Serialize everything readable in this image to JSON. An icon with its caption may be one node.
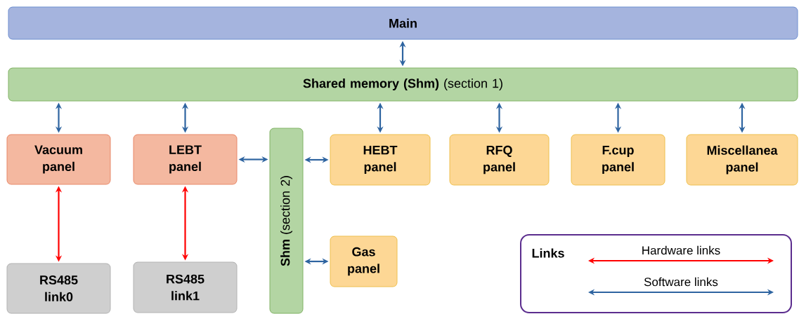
{
  "diagram": {
    "nodes": [
      {
        "text": [
          "Main"
        ]
      },
      {
        "text": [
          "**Shared memory (Shm)** (section 1)"
        ]
      },
      {
        "text": [
          "Vacuum panel"
        ]
      },
      {
        "text": [
          "LEBT panel"
        ]
      },
      {
        "text": [
          "**Shm** (section 2)"
        ]
      },
      {
        "text": [
          "HEBT panel"
        ]
      },
      {
        "text": [
          "RFQ panel"
        ]
      },
      {
        "text": [
          "F.cup panel"
        ]
      },
      {
        "text": [
          "Miscellanea panel"
        ]
      },
      {
        "text": [
          "Gas panel"
        ]
      },
      {
        "text": [
          "RS485 link0"
        ]
      },
      {
        "text": [
          "RS485 link1"
        ]
      }
    ],
    "edges": [
      {
        "from": 0,
        "to": 1,
        "arrow": "both"
      },
      {
        "from": 1,
        "to": 2,
        "arrow": "both"
      },
      {
        "from": 1,
        "to": 3,
        "arrow": "both"
      },
      {
        "from": 1,
        "to": 5,
        "arrow": "both"
      },
      {
        "from": 1,
        "to": 6,
        "arrow": "both"
      },
      {
        "from": 1,
        "to": 7,
        "arrow": "both"
      },
      {
        "from": 1,
        "to": 8,
        "arrow": "both"
      },
      {
        "from": 3,
        "to": 4,
        "arrow": "both"
      },
      {
        "from": 4,
        "to": 5,
        "arrow": "both"
      },
      {
        "from": 4,
        "to": 9,
        "arrow": "both"
      },
      {
        "from": 2,
        "to": 10,
        "arrow": "both",
        "color": "#ff0000"
      },
      {
        "from": 3,
        "to": 11,
        "arrow": "both",
        "color": "#ff0000"
      }
    ],
    "labels": [
      "Links"
    ],
    "legend": [
      {
        "text": "Hardware links"
      },
      {
        "text": "Software links"
      }
    ]
  }
}
